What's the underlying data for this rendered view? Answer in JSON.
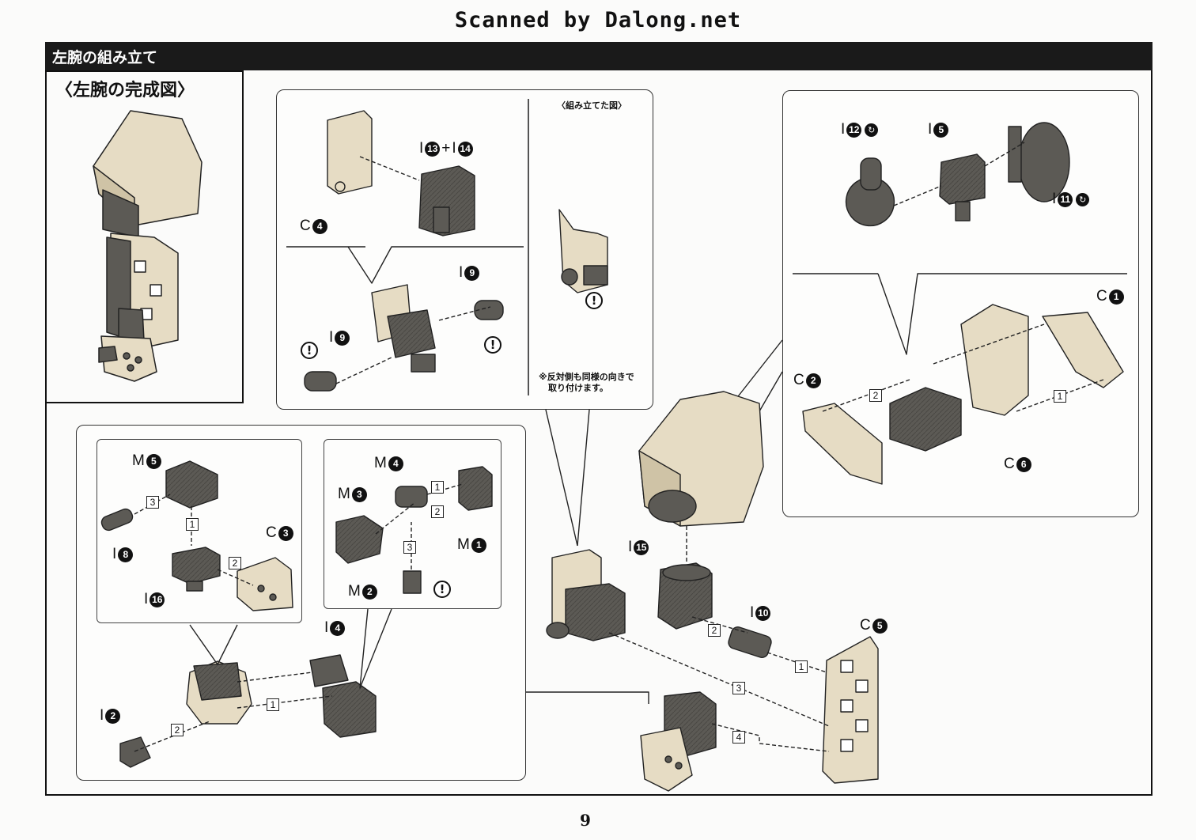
{
  "watermark": "Scanned by Dalong.net",
  "header": {
    "title": "左腕の組み立て"
  },
  "complete_view": {
    "title": "〈左腕の完成図〉"
  },
  "panel_top_center": {
    "inset_title": "〈組み立てた図〉",
    "note_line1": "※反対側も同様の向きで",
    "note_line2": "取り付けます。",
    "labels": {
      "c4_letter": "C",
      "c4_num": "4",
      "i13_letter": "I",
      "i13_num": "13",
      "plus": "+",
      "i14_num": "14",
      "i9a_letter": "I",
      "i9a_num": "9",
      "i9b_letter": "I",
      "i9b_num": "9"
    }
  },
  "panel_top_right": {
    "labels": {
      "i12_letter": "I",
      "i12_num": "12",
      "i5_letter": "I",
      "i5_num": "5",
      "i11_letter": "I",
      "i11_num": "11",
      "c1_letter": "C",
      "c1_num": "1",
      "c2_letter": "C",
      "c2_num": "2",
      "c6_letter": "C",
      "c6_num": "6"
    },
    "steps": {
      "s1": "1",
      "s2": "2"
    }
  },
  "panel_bottom_left": {
    "labels": {
      "m5_letter": "M",
      "m5_num": "5",
      "i8_letter": "I",
      "i8_num": "8",
      "i16_letter": "I",
      "i16_num": "16",
      "c3_letter": "C",
      "c3_num": "3",
      "m4_letter": "M",
      "m4_num": "4",
      "m3_letter": "M",
      "m3_num": "3",
      "m1_letter": "M",
      "m1_num": "1",
      "m2_letter": "M",
      "m2_num": "2",
      "i4_letter": "I",
      "i4_num": "4",
      "i2_letter": "I",
      "i2_num": "2"
    },
    "steps": {
      "a1": "1",
      "a2": "2",
      "a3": "3",
      "b1": "1",
      "b2": "2",
      "b3": "3",
      "c1": "1",
      "c2": "2"
    }
  },
  "main_assembly": {
    "labels": {
      "i15_letter": "I",
      "i15_num": "15",
      "i10_letter": "I",
      "i10_num": "10",
      "c5_letter": "C",
      "c5_num": "5"
    },
    "steps": {
      "s1": "1",
      "s2": "2",
      "s3": "3",
      "s4": "4"
    }
  },
  "warning_symbol": "!",
  "swirl_symbol": "↻",
  "page_number": "9",
  "colors": {
    "header_bg": "#1a1a1a",
    "part_tan": "#e6dcc4",
    "part_dark": "#5c5a55",
    "paper": "#fbfbfa"
  }
}
